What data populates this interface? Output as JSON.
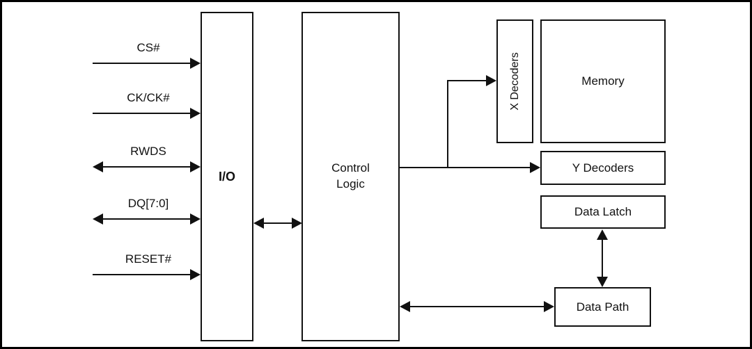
{
  "signals": [
    {
      "label": "CS#",
      "direction": "input"
    },
    {
      "label": "CK/CK#",
      "direction": "input"
    },
    {
      "label": "RWDS",
      "direction": "bidirectional"
    },
    {
      "label": "DQ[7:0]",
      "direction": "bidirectional"
    },
    {
      "label": "RESET#",
      "direction": "input"
    }
  ],
  "blocks": {
    "io": {
      "label": "I/O"
    },
    "control_logic": {
      "label": "Control\nLogic"
    },
    "x_decoders": {
      "label": "X Decoders"
    },
    "memory": {
      "label": "Memory"
    },
    "y_decoders": {
      "label": "Y Decoders"
    },
    "data_latch": {
      "label": "Data Latch"
    },
    "data_path": {
      "label": "Data Path"
    }
  },
  "colors": {
    "line": "#111111",
    "background": "#ffffff",
    "border": "#000000"
  }
}
